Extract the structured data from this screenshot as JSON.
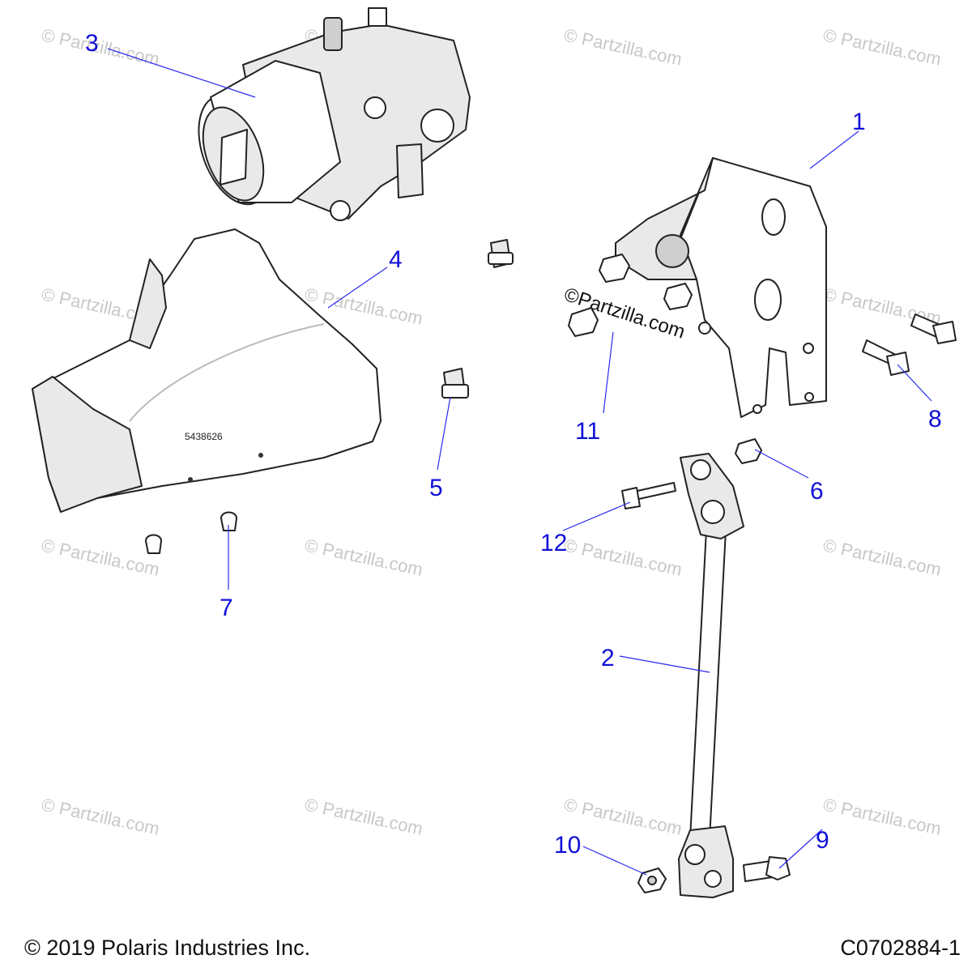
{
  "watermark": "© Partzilla.com",
  "watermark_center": "©Partzilla.com",
  "part_stamp": "5438626",
  "callouts": {
    "c1": "1",
    "c2": "2",
    "c3": "3",
    "c4": "4",
    "c5": "5",
    "c6": "6",
    "c7": "7",
    "c8": "8",
    "c9": "9",
    "c10": "10",
    "c11": "11",
    "c12": "12"
  },
  "footer": {
    "copyright": "© 2019 Polaris Industries Inc.",
    "drawing_code": "C0702884-1"
  },
  "colors": {
    "callout": "#1010d8",
    "leader": "#2a2af0",
    "watermark": "#c8c8c8"
  }
}
